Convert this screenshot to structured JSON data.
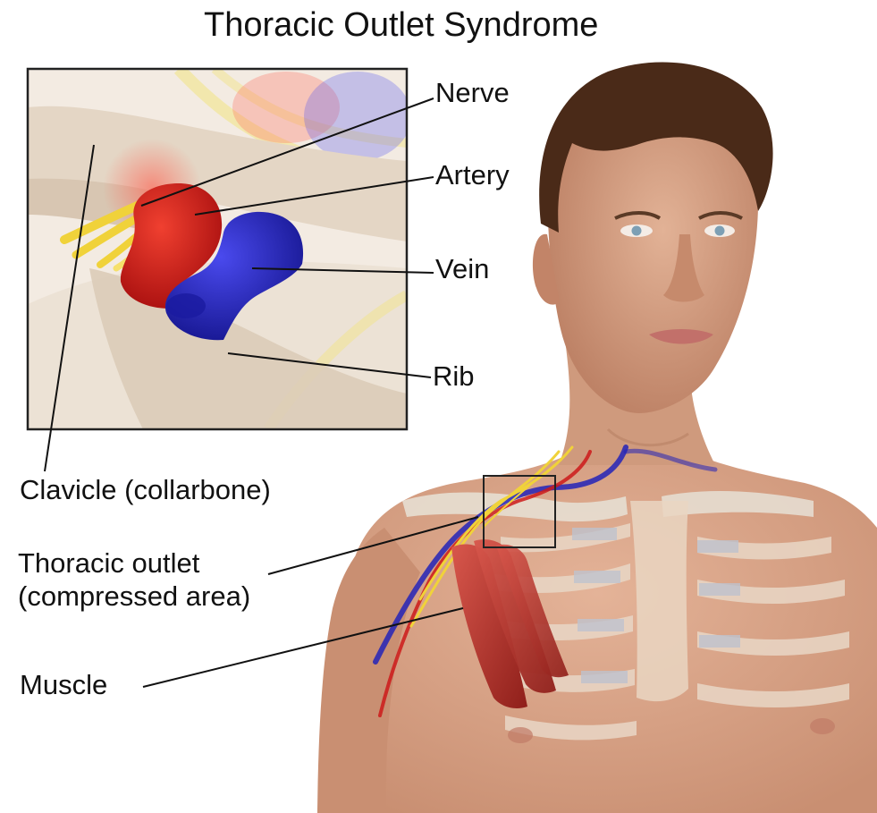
{
  "title": "Thoracic Outlet Syndrome",
  "labels": {
    "nerve": "Nerve",
    "artery": "Artery",
    "vein": "Vein",
    "rib": "Rib",
    "clavicle": "Clavicle (collarbone)",
    "thoracic_outlet_line1": "Thoracic outlet",
    "thoracic_outlet_line2": "(compressed area)",
    "muscle": "Muscle"
  },
  "colors": {
    "skin": "#d9a488",
    "artery": "#cc1a1a",
    "vein": "#2323b8",
    "nerve": "#f0d23a",
    "bone": "#e6ddd0",
    "muscle": "#b8322a",
    "hair": "#4a2a18"
  }
}
